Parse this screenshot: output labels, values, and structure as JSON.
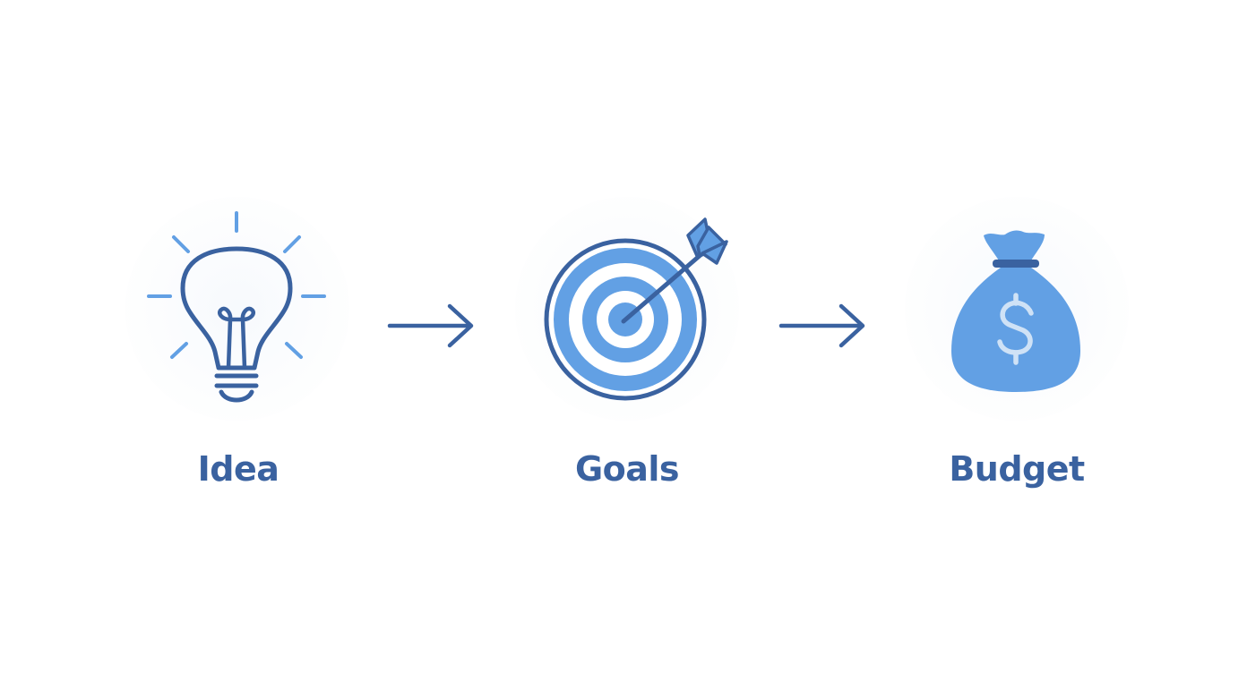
{
  "steps": [
    {
      "label": "Idea",
      "icon": "lightbulb-icon"
    },
    {
      "label": "Goals",
      "icon": "target-arrow-icon"
    },
    {
      "label": "Budget",
      "icon": "money-bag-icon"
    }
  ],
  "connectors": [
    "arrow-right-icon",
    "arrow-right-icon"
  ],
  "colors": {
    "outline": "#3a62a0",
    "fill": "#62a0e4",
    "light": "#cfe2f6",
    "label": "#3a62a0"
  }
}
